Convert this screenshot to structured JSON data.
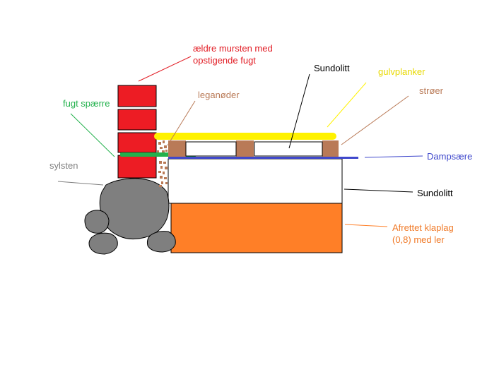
{
  "labels": {
    "murst": "ældre mursten med\nopstigende fugt",
    "sundolitt_top": "Sundolitt",
    "gulvplanker": "gulvplanker",
    "leganoder": "leganøder",
    "stroer": "strøer",
    "fugtsperre": "fugt spærre",
    "dampspaerre": "Dampsære",
    "sylsten": "sylsten",
    "sundolitt_bottom": "Sundolitt",
    "afrettet": "Afrettet klaplag\n(0,8) med ler"
  },
  "colors": {
    "brick": "#ed1c24",
    "brick_text": "#e21c24",
    "green": "#22b14c",
    "yellow": "#fff200",
    "gold_text": "#e8d900",
    "blue": "#3f48cc",
    "blue_text": "#3f48cc",
    "brown": "#b97a57",
    "brown_text": "#b97a57",
    "orange": "#ff7f27",
    "orange_text": "#f07a28",
    "stone": "#7f7f7f",
    "grey_text": "#808080",
    "black": "#000000"
  }
}
